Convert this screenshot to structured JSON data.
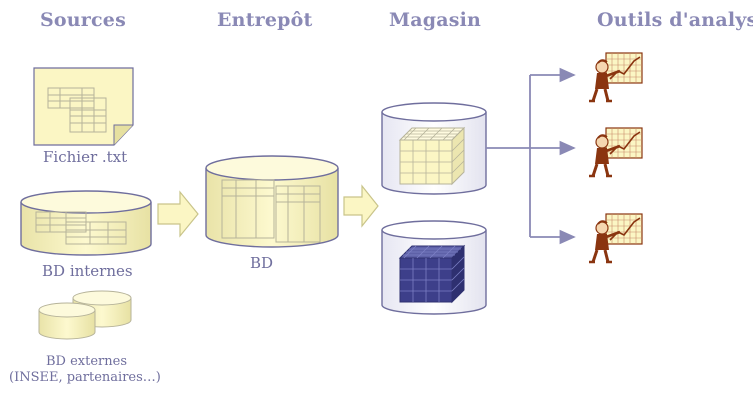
{
  "columns": {
    "sources": "Sources",
    "entrepot": "Entrepôt",
    "magasin": "Magasin",
    "outils": "Outils d'analyse"
  },
  "labels": {
    "fichier": "Fichier .txt",
    "bd_internes": "BD internes",
    "bd": "BD",
    "bd_externes_line1": "BD externes",
    "bd_externes_line2": "(INSEE, partenaires…)"
  },
  "colors": {
    "title": "#8a89b5",
    "outline": "#6f6e9d",
    "yellow_fill": "#fbf6c4",
    "cube_dark": "#3d3f8a",
    "figure_brown": "#8a3510",
    "arrow": "#8a89b5"
  },
  "icons": {
    "analyst": "person-presenting-chart-icon",
    "cube": "olap-cube-icon"
  }
}
